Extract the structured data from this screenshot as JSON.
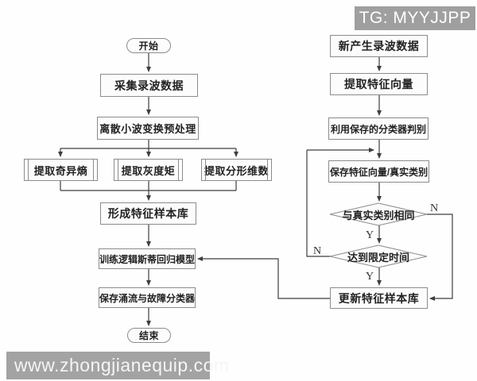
{
  "watermarks": {
    "top_right": "TG: MYYJJPP",
    "bottom_left": "www.zhongjianequip.com"
  },
  "colors": {
    "connector_line": "#3e3e3e",
    "node_border": "#8c8c8c",
    "node_fill": "#fcfcfc",
    "node_text": "#222222",
    "watermark_bg": "#9f9f9f",
    "watermark_text": "#ffffff"
  },
  "flowchart": {
    "training_branch": {
      "start": "开始",
      "collect_data": "采集录波数据",
      "preprocess": "离散小波变换预处理",
      "extract_entropy": "提取奇异熵",
      "extract_gray_moment": "提取灰度矩",
      "extract_fractal": "提取分形维数",
      "build_library": "形成特征样本库",
      "train_model": "训练逻辑斯蒂回归模型",
      "save_classifier": "保存涌流与故障分类器",
      "end": "结束"
    },
    "online_branch": {
      "new_data": "新产生录波数据",
      "extract_vector": "提取特征向量",
      "classify": "利用保存的分类器判别",
      "save_vector": "保存特征向量/真实类别",
      "decision_match": "与真实类别相同",
      "decision_time": "达到限定时间",
      "update_library": "更新特征样本库"
    },
    "branch_labels": {
      "yes": "Y",
      "no": "N"
    }
  }
}
